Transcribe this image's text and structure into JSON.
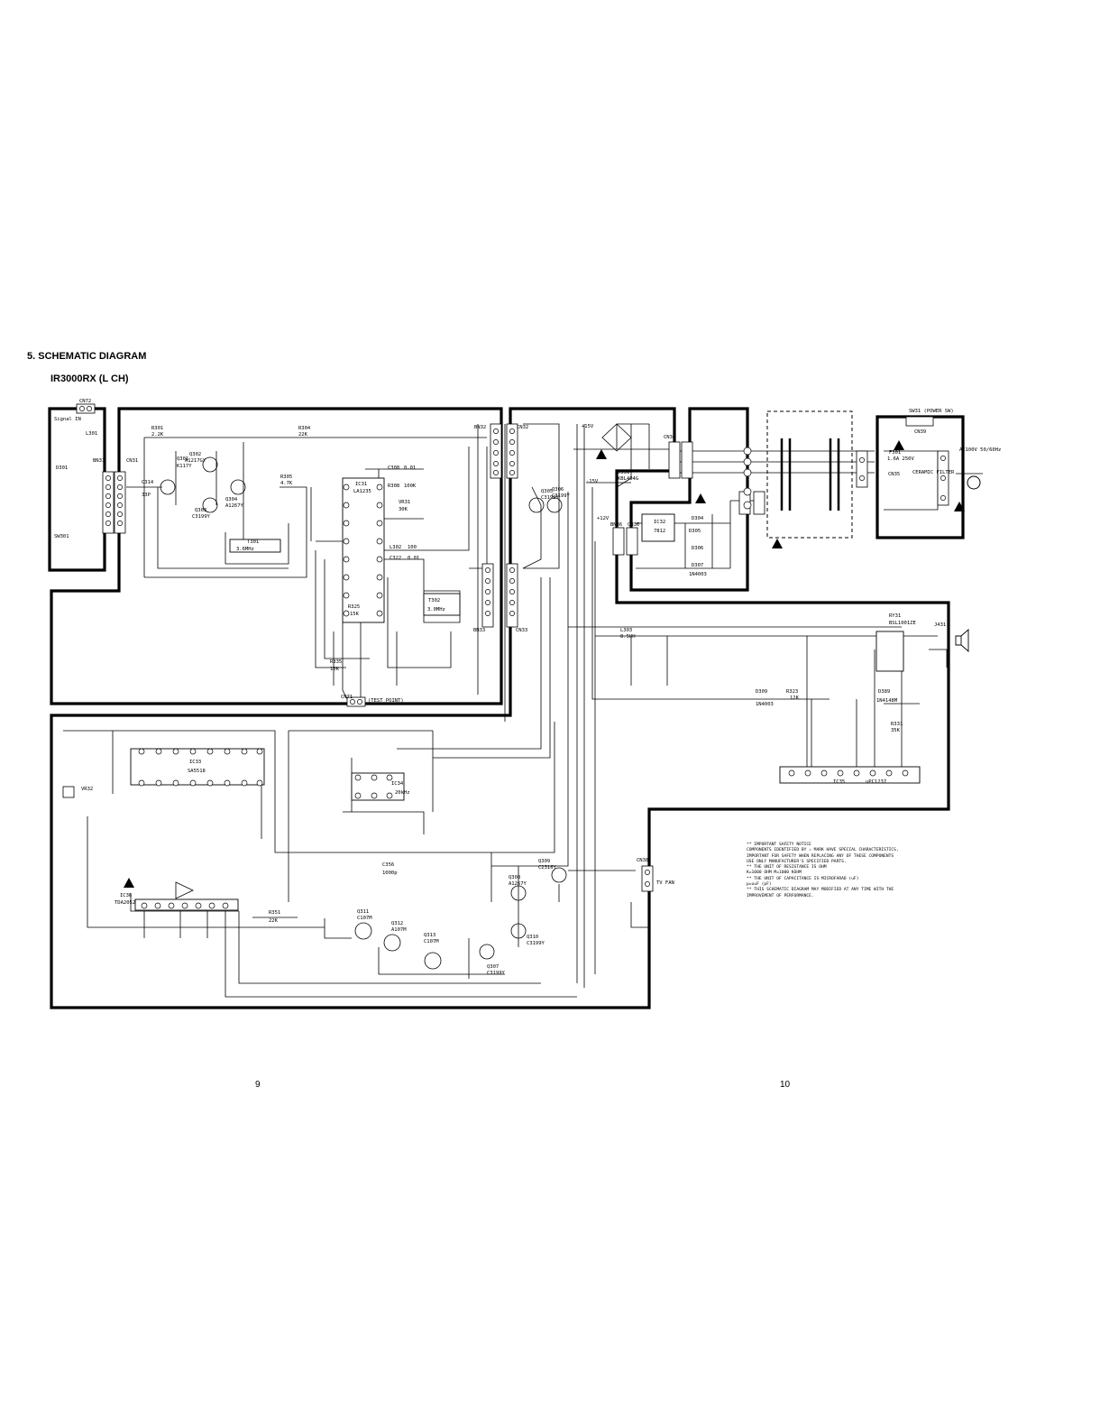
{
  "header": {
    "section_title": "5. SCHEMATIC DIAGRAM",
    "model_title": "IR3000RX (L CH)"
  },
  "pages": {
    "left": "9",
    "right": "10"
  },
  "connectors": {
    "cn72": "CN72",
    "signal_in": "Signal IN",
    "bn31": "BN31",
    "cn31": "CN31",
    "bn32": "BN32",
    "cn32": "CN32",
    "bn33": "BN33",
    "cn33": "CN33",
    "cn34": "CN34",
    "cn71": "CN71",
    "test_point": "(TEST POINT)",
    "bn36": "BN36",
    "cn36": "CN36",
    "cn35": "CN35",
    "cn39": "CN39",
    "cn38": "CN38",
    "tv_fan": "TV FAN",
    "j431": "J431"
  },
  "components": {
    "d301": "D301",
    "sw301": "SW301",
    "l301": "L301",
    "r301": "R301",
    "r301_val": "2.2K",
    "c314": "C314",
    "c314_val": "33P",
    "q301": "Q301",
    "q301_type": "K117Y",
    "q302": "Q302",
    "q302_type": "A1217GY",
    "q303": "Q303",
    "q303_type": "C3199Y",
    "q304": "Q304",
    "q304_type": "A1267Y",
    "r304": "R304",
    "r304_val": "22K",
    "t301": "T301",
    "t301_val": "3.6MHz",
    "r305": "R305",
    "r305_val": "4.7K",
    "ic31": "IC31",
    "ic31_type": "LA1235",
    "c308": "C308",
    "c308_val": "0.01",
    "r308": "R308",
    "r308_val": "100K",
    "vr31": "VR31",
    "vr31_val": "30K",
    "l302": "L302",
    "l302_val": "100",
    "c322": "C322",
    "c322_val": "0.01",
    "t302": "T302",
    "t302_val": "3.0MHz",
    "r325": "R325",
    "r325_val": "15K",
    "r335": "R335",
    "r335_val": "10K",
    "q305": "Q305",
    "q305_type": "C3199Y",
    "q306": "Q306",
    "q306_type": "C3199Y",
    "d331": "D331",
    "d331_type": "KBL404G",
    "ic32": "IC32",
    "ic32_type": "7812",
    "d304": "D304",
    "d305": "D305",
    "d306": "D306",
    "d307": "D307",
    "diode_type": "1N4003",
    "f301": "F301",
    "f301_val": "1.6A 250V",
    "ceramic_filter": "CERAMIC\nFILTER",
    "ac_in": "AC100V\n50/60Hz",
    "sw31": "SW31 (POWER SW)",
    "v_plus15": "+15V",
    "v_minus15": "-15V",
    "v_plus12": "+12V",
    "ic33": "IC33",
    "ic33_type": "SA5518",
    "vr32": "VR32",
    "ic34": "IC34",
    "ic34_val": "20kHz",
    "c356": "C356",
    "c356_val": "1000p",
    "ic36": "IC36",
    "ic36_type": "TDA2052",
    "q309": "Q309",
    "q309_type": "C2316Y",
    "q308": "Q308",
    "q308_type": "A1267Y",
    "q310": "Q310",
    "q310_type": "C3199Y",
    "q311": "Q311",
    "q311_type": "C107M",
    "q312": "Q312",
    "q312_type": "A107M",
    "q313": "Q313",
    "q313_type": "C107M",
    "q307": "Q307",
    "q307_type": "C3199Y",
    "r351": "R351",
    "r351_val": "22K",
    "ry31": "RY31",
    "ry31_type": "BSL1001ZE",
    "l303": "L303",
    "l303_val": "8.5UH",
    "d309": "D309",
    "d309_type": "1N4003",
    "d389": "D389",
    "d389_type": "1N4148M",
    "ic35": "IC35",
    "ic35_type": "uPC1237",
    "r323": "R323",
    "r323_val": "12K",
    "r331": "R331",
    "r331_val": "35K"
  },
  "notes": [
    "** IMPORTANT SAFETY NOTICE",
    "   COMPONENTS IDENTIFIED BY ⚠ MARK HAVE SPECIAL CHARACTERISTICS,",
    "   IMPORTANT FOR SAFETY WHEN REPLACING ANY OF THESE COMPONENTS",
    "   USE ONLY MANUFACTURER'S SPECIFIED PARTS.",
    "** THE UNIT OF RESISTANCE IS OHM",
    "   K=1000 OHM M=1000 KOHM",
    "** THE UNIT OF CAPACITANCE IS MICROFARAD (uF)",
    "   p=uuF (pF)",
    "** THIS SCHEMATIC DIAGRAM MAY MODIFIED AT ANY TIME WITH THE",
    "   IMPROVEMENT OF PERFORMANCE."
  ]
}
